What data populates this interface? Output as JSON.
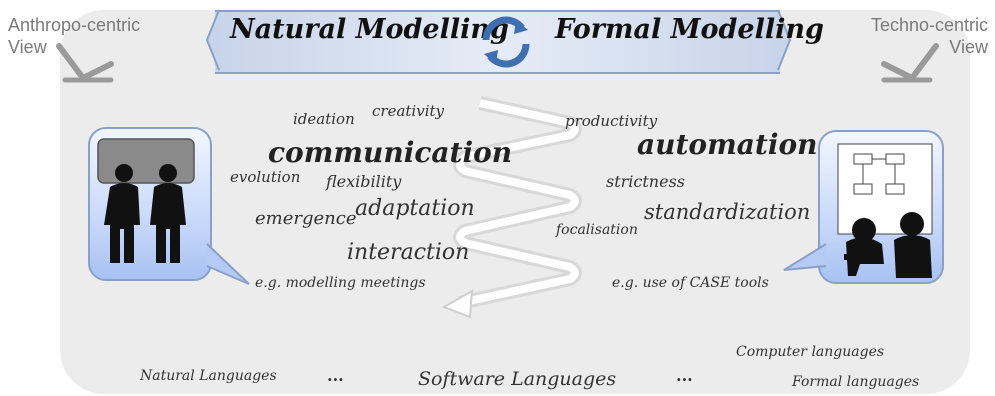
{
  "header": {
    "left_view": [
      "Anthropo-centric",
      "View"
    ],
    "right_view": [
      "Techno-centric",
      "View"
    ],
    "natural_modelling": "Natural Modelling",
    "formal_modelling": "Formal Modelling"
  },
  "left_words": {
    "ideation": "ideation",
    "creativity": "creativity",
    "communication": "communication",
    "evolution": "evolution",
    "flexibility": "flexibility",
    "emergence": "emergence",
    "adaptation": "adaptation",
    "interaction": "interaction",
    "example": "e.g. modelling meetings"
  },
  "right_words": {
    "productivity": "productivity",
    "automation": "automation",
    "strictness": "strictness",
    "standardization": "standardization",
    "focalisation": "focalisation",
    "example": "e.g. use of CASE tools"
  },
  "languages": {
    "natural": "Natural Languages",
    "ellipsis_left": "...",
    "software": "Software Languages",
    "ellipsis_right": "...",
    "computer": "Computer languages",
    "formal": "Formal languages"
  },
  "colors": {
    "accent_blue": "#3f6fb0",
    "panel_gray": "#ececec",
    "card_blue": "#a8c2f2"
  },
  "icons": {
    "cycle": "cycle-arrows-icon",
    "eye_left": "view-eye-icon",
    "eye_right": "view-eye-icon"
  }
}
